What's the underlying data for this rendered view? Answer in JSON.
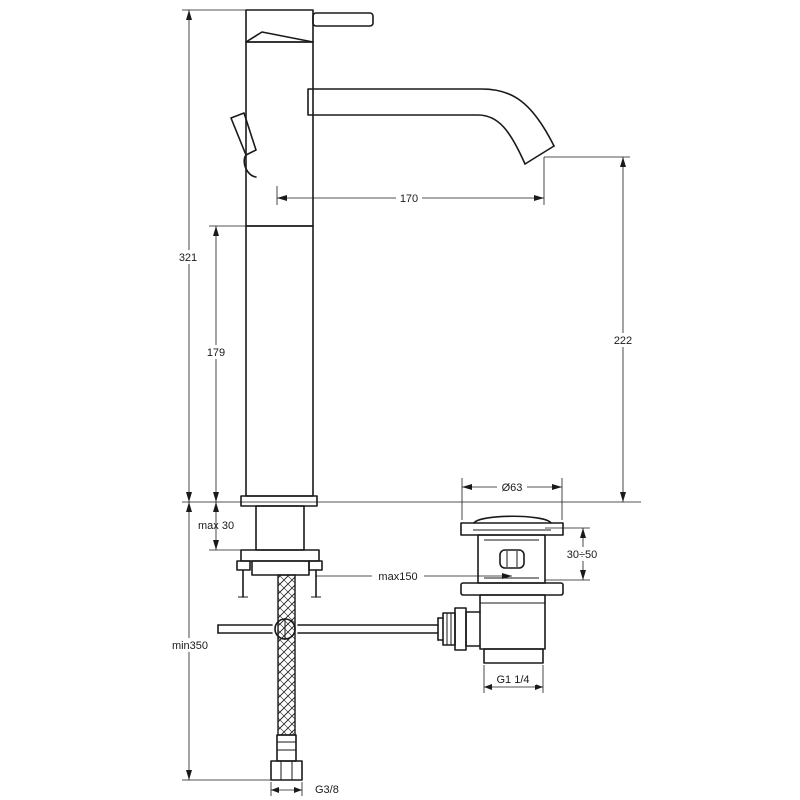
{
  "drawing": {
    "dimensions": {
      "total_height": "321",
      "spout_reach": "170",
      "spout_height": "222",
      "body_lower_height": "179",
      "max_deck_thickness": "max 30",
      "min_hose_length": "min350",
      "max_rod_length": "max150",
      "waste_diameter": "Ø63",
      "waste_adjust_range": "30÷50",
      "waste_thread": "G1 1/4",
      "inlet_thread": "G3/8"
    }
  }
}
